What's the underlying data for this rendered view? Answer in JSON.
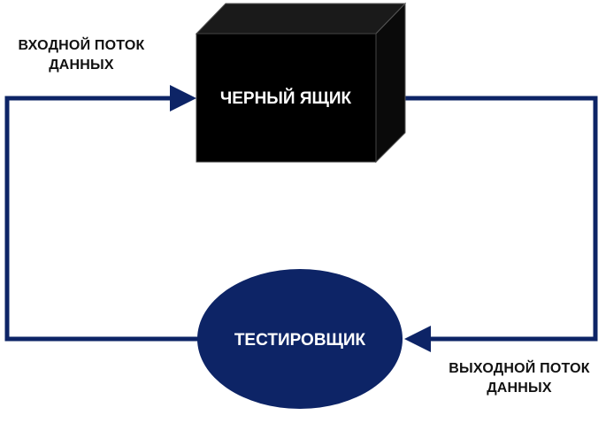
{
  "diagram": {
    "black_box_label": "ЧЕРНЫЙ ЯЩИК",
    "tester_label": "ТЕСТИРОВЩИК",
    "input_label": [
      "ВХОДНОЙ ПОТОК",
      "ДАННЫХ"
    ],
    "output_label": [
      "ВЫХОДНОЙ ПОТОК",
      "ДАННЫХ"
    ]
  },
  "colors": {
    "box_fill": "#000000",
    "ellipse_fill": "#0d2466",
    "arrow_color": "#0d2466",
    "node_text": "#ffffff"
  }
}
